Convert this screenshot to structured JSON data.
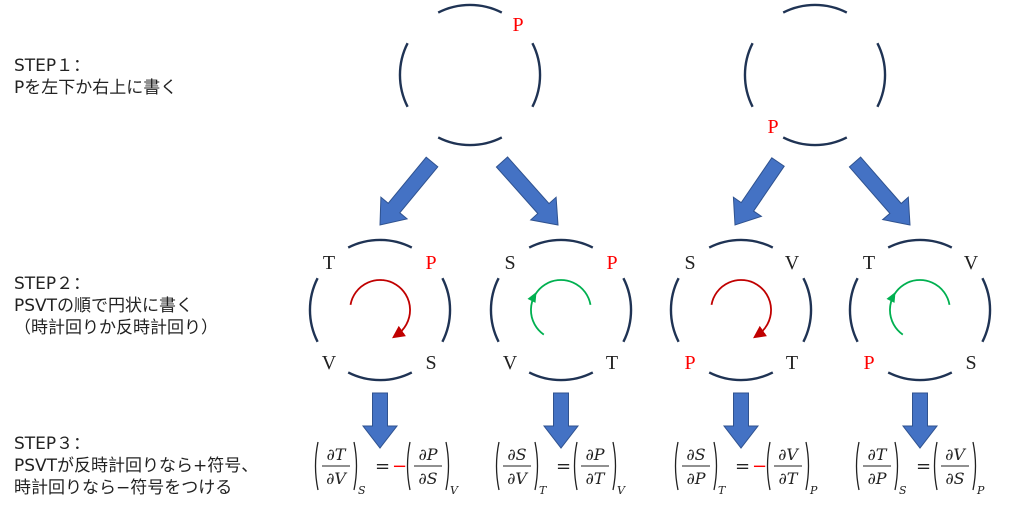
{
  "steps": [
    {
      "title": "STEP１：",
      "lines": [
        "Pを左下か右上に書く"
      ]
    },
    {
      "title": "STEP２：",
      "lines": [
        "PSVTの順で円状に書く",
        "（時計回りか反時計回り）"
      ]
    },
    {
      "title": "STEP３：",
      "lines": [
        "PSVTが反時計回りなら+符号、",
        "時計回りなら−符号をつける"
      ]
    }
  ],
  "top_circles": [
    {
      "label": "P",
      "position": "top-right"
    },
    {
      "label": "P",
      "position": "bottom-left"
    }
  ],
  "mid_circles": [
    {
      "tl": "T",
      "tr": "P",
      "bl": "V",
      "br": "S",
      "rotation": "clockwise",
      "arrow_color": "#c00000"
    },
    {
      "tl": "S",
      "tr": "P",
      "bl": "V",
      "br": "T",
      "rotation": "counterclockwise",
      "arrow_color": "#00b050"
    },
    {
      "tl": "S",
      "tr": "V",
      "bl": "P",
      "br": "T",
      "rotation": "clockwise",
      "arrow_color": "#c00000"
    },
    {
      "tl": "T",
      "tr": "V",
      "bl": "P",
      "br": "S",
      "rotation": "counterclockwise",
      "arrow_color": "#00b050"
    }
  ],
  "equations": [
    {
      "l_num": "∂T",
      "l_den": "∂V",
      "l_sub": "S",
      "op": "=",
      "sign": "−",
      "r_num": "∂P",
      "r_den": "∂S",
      "r_sub": "V"
    },
    {
      "l_num": "∂S",
      "l_den": "∂V",
      "l_sub": "T",
      "op": "=",
      "sign": "",
      "r_num": "∂P",
      "r_den": "∂T",
      "r_sub": "V"
    },
    {
      "l_num": "∂S",
      "l_den": "∂P",
      "l_sub": "T",
      "op": "=",
      "sign": "−",
      "r_num": "∂V",
      "r_den": "∂T",
      "r_sub": "P"
    },
    {
      "l_num": "∂T",
      "l_den": "∂P",
      "l_sub": "S",
      "op": "=",
      "sign": "",
      "r_num": "∂V",
      "r_den": "∂S",
      "r_sub": "P"
    }
  ],
  "colors": {
    "circle": "#1f3354",
    "arrow": "#4472c4",
    "highlight": "#ff0000",
    "text": "#222222",
    "clockwise": "#c00000",
    "counterclockwise": "#00b050"
  }
}
